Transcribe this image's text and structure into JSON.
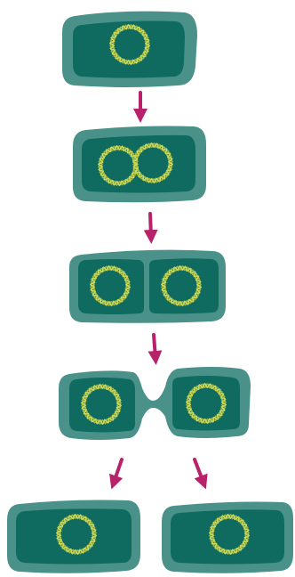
{
  "colors": {
    "background": "#ffffff",
    "cell_wall": "#4a9189",
    "cytoplasm": "#0f6a60",
    "dna_strand": "#c9d65a",
    "dna_strand_alt": "#9fb73c",
    "arrow": "#b8226a"
  },
  "stages": [
    {
      "name": "single-cell",
      "dna_copies": 1,
      "cells": 1
    },
    {
      "name": "dna-replicated",
      "dna_copies": 2,
      "cells": 1
    },
    {
      "name": "septum-formed",
      "dna_copies": 2,
      "cells": 1
    },
    {
      "name": "pinching",
      "dna_copies": 2,
      "cells": 1
    },
    {
      "name": "daughter-cells",
      "dna_copies": 2,
      "cells": 2
    }
  ],
  "arrows": [
    {
      "name": "arrow-1-2",
      "direction": "down"
    },
    {
      "name": "arrow-2-3",
      "direction": "down"
    },
    {
      "name": "arrow-3-4",
      "direction": "down"
    },
    {
      "name": "arrow-4-left",
      "direction": "down-left"
    },
    {
      "name": "arrow-4-right",
      "direction": "down-right"
    }
  ],
  "icons": [
    "bacterium-icon",
    "circular-dna-icon",
    "arrow-down-icon"
  ]
}
